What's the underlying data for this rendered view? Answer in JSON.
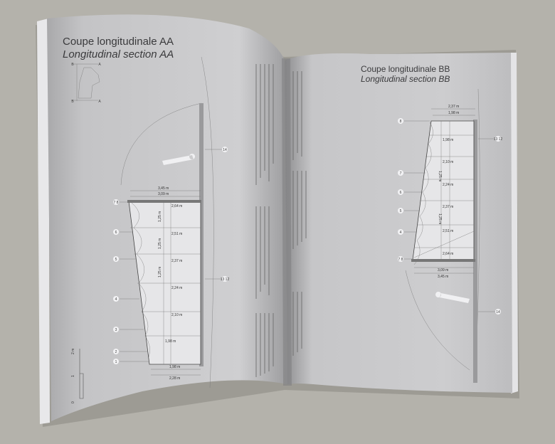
{
  "left_page": {
    "title_fr": "Coupe longitudinale AA",
    "title_en": "Longitudinal section AA",
    "key_plan": {
      "labels": [
        "B",
        "A",
        "B",
        "A"
      ]
    },
    "top_dims": [
      "3,45 m",
      "3,09 m"
    ],
    "row_widths": [
      "2,64 m",
      "2,51 m",
      "2,37 m",
      "2,24 m",
      "2,10 m",
      "1,98 m"
    ],
    "row_height": "1,25 m",
    "bottom_dims": [
      "1,98 m",
      "2,28 m"
    ],
    "callouts": [
      "7 8",
      "6",
      "5",
      "4",
      "3",
      "2",
      "1"
    ],
    "right_callouts": [
      "14",
      "13 12"
    ],
    "scale_bar": [
      "0",
      "1",
      "2 m"
    ]
  },
  "right_page": {
    "title_fr": "Coupe longitudinale BB",
    "title_en": "Longitudinal section BB",
    "top_dims": [
      "2,37 m",
      "1,98 m"
    ],
    "row_widths": [
      "1,98 m",
      "2,10 m",
      "2,24 m",
      "2,37 m",
      "2,51 m",
      "2,64 m"
    ],
    "row_height": "1,25 m",
    "bottom_dims": [
      "3,09 m",
      "3,45 m"
    ],
    "callouts": [
      "8",
      "7",
      "6",
      "5",
      "4",
      "7 8"
    ],
    "right_callouts": [
      "13 12",
      "14"
    ]
  },
  "colors": {
    "background": "#b4b2ab",
    "page": "#c8c8ca",
    "room": "#e6e6e8"
  }
}
